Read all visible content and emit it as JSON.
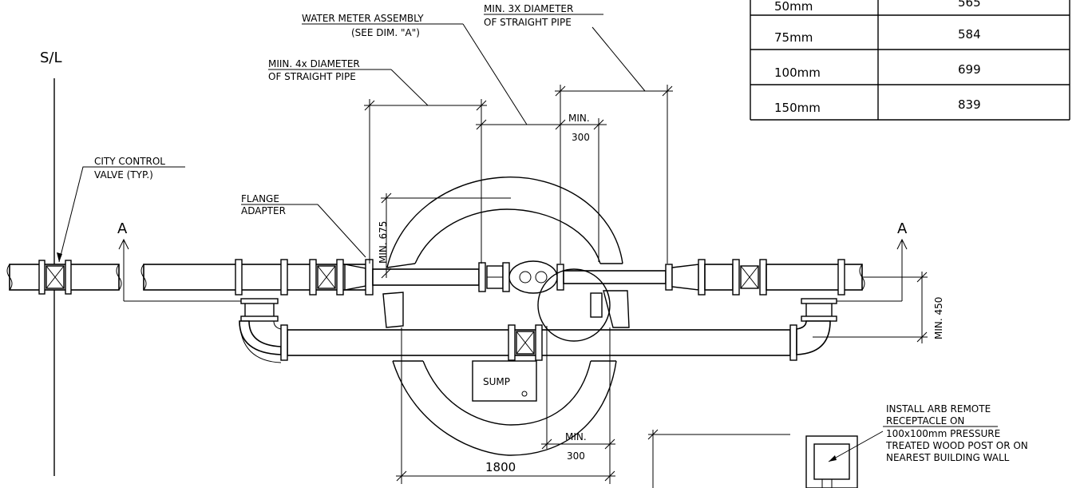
{
  "drawing": {
    "property_line": "S/L",
    "section_left": "A",
    "section_right": "A",
    "labels": {
      "city_valve_1": "CITY CONTROL",
      "city_valve_2": "VALVE (TYP.)",
      "flange_1": "FLANGE",
      "flange_2": "ADAPTER",
      "upstream_1": "MIIN. 4x DIAMETER",
      "upstream_2": "OF STRAIGHT PIPE",
      "meter_1": "WATER METER ASSEMBLY",
      "meter_2": "(SEE DIM. \"A\")",
      "downstream_1": "MIN. 3X DIAMETER",
      "downstream_2": "OF STRAIGHT PIPE",
      "min_300_top_1": "MIN.",
      "min_300_top_2": "300",
      "min_675": "MIN. 675",
      "min_450": "MIN. 450",
      "sump": "SUMP",
      "min_300_bottom_1": "MIN.",
      "min_300_bottom_2": "300",
      "dim_1800": "1800",
      "arb_1": "INSTALL ARB REMOTE",
      "arb_2": "RECEPTACLE ON",
      "arb_3": "100x100mm PRESSURE",
      "arb_4": "TREATED WOOD POST OR ON",
      "arb_5": "NEAREST BUILDING WALL"
    }
  },
  "table": {
    "rows": [
      {
        "size": "50mm",
        "dim": "565"
      },
      {
        "size": "75mm",
        "dim": "584"
      },
      {
        "size": "100mm",
        "dim": "699"
      },
      {
        "size": "150mm",
        "dim": "839"
      }
    ]
  }
}
